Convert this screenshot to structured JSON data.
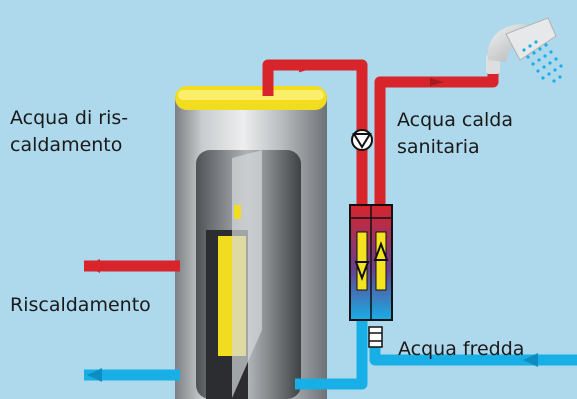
{
  "labels": {
    "heating_water": "Acqua di ris-\ncaldamento",
    "hot_sanitary_water": "Acqua calda\nsanitaria",
    "heating": "Riscaldamento",
    "cold_water": "Acqua fredda"
  },
  "icons": [
    "pump-icon",
    "shower-icon",
    "flow-arrow-icon",
    "heat-exchanger-icon",
    "valve-icon"
  ],
  "colors": {
    "background": "#aed9ec",
    "hot_pipe": "#d8242b",
    "cold_pipe": "#18aee6",
    "tank_top": "#f1dc1f",
    "exchanger_core": "#f4e31e"
  }
}
